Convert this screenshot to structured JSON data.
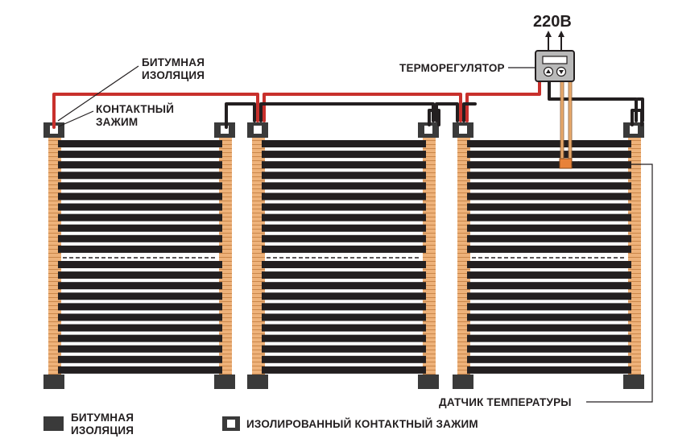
{
  "diagram": {
    "voltage_label": "220В",
    "thermostat_label": "ТЕРМОРЕГУЛЯТОР",
    "bitumen_callout": [
      "БИТУМНАЯ",
      "ИЗОЛЯЦИЯ"
    ],
    "clamp_callout": [
      "КОНТАКТНЫЙ",
      "ЗАЖИМ"
    ],
    "sensor_label": "ДАТЧИК ТЕМПЕРАТУРЫ",
    "heating_film_panels": 3,
    "strips_per_panel": 22
  },
  "legend": {
    "bitumen": [
      "БИТУМНАЯ",
      "ИЗОЛЯЦИЯ"
    ],
    "clamp": "ИЗОЛИРОВАННЫЙ КОНТАКТНЫЙ ЗАЖИМ"
  },
  "colors": {
    "live_wire": "#c8302c",
    "neutral_wire": "#231f20",
    "copper_bus": "#e8a86a",
    "carbon_strip": "#231f20",
    "sensor": "#e8823a",
    "clamp_block": "#3a3a3a"
  }
}
